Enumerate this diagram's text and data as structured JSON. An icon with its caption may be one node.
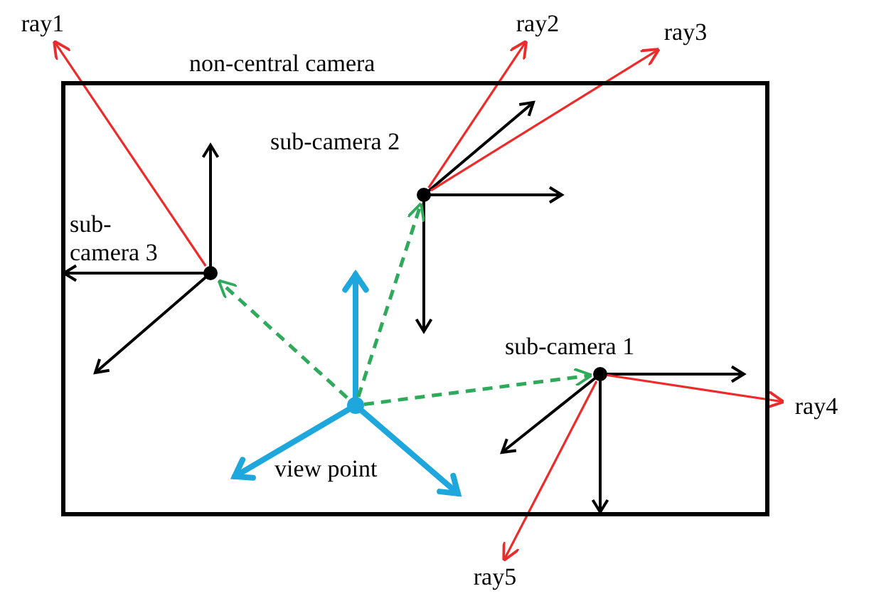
{
  "diagram": {
    "nodes": [
      {
        "text": [
          "ray1"
        ]
      },
      {
        "text": [
          "ray2"
        ]
      },
      {
        "text": [
          "ray3"
        ]
      },
      {
        "text": [
          "non-central camera"
        ]
      },
      {
        "text": [],
        "shape": "circle",
        "beside": [
          "sub-camera 2"
        ],
        "in": 3
      },
      {
        "text": [],
        "shape": "circle",
        "beside": [
          "sub-camera 3"
        ],
        "in": 3
      },
      {
        "text": [],
        "shape": "circle",
        "beside": [
          "sub-camera 1"
        ],
        "in": 3
      },
      {
        "text": [],
        "shape": "circle",
        "beside": [
          "view point"
        ],
        "in": 3
      },
      {
        "text": [
          "ray4"
        ]
      },
      {
        "text": [
          "ray5"
        ]
      }
    ],
    "edges": [
      {
        "from": 5,
        "to": 0,
        "arrow": "to",
        "color": "#ee2b2b"
      },
      {
        "from": 4,
        "to": 1,
        "arrow": "to",
        "color": "#ee2b2b"
      },
      {
        "from": 4,
        "to": 2,
        "arrow": "to",
        "color": "#ee2b2b"
      },
      {
        "from": 6,
        "to": 8,
        "arrow": "to",
        "color": "#ee2b2b"
      },
      {
        "from": 6,
        "to": 9,
        "arrow": "to",
        "color": "#ee2b2b"
      },
      {
        "from": 7,
        "to": 5,
        "arrow": "to",
        "style": "dashed",
        "color": "#2eaa5a"
      },
      {
        "from": 7,
        "to": 4,
        "arrow": "to",
        "style": "dashed",
        "color": "#2eaa5a"
      },
      {
        "from": 7,
        "to": 6,
        "arrow": "to",
        "style": "dashed",
        "color": "#2eaa5a"
      }
    ]
  }
}
